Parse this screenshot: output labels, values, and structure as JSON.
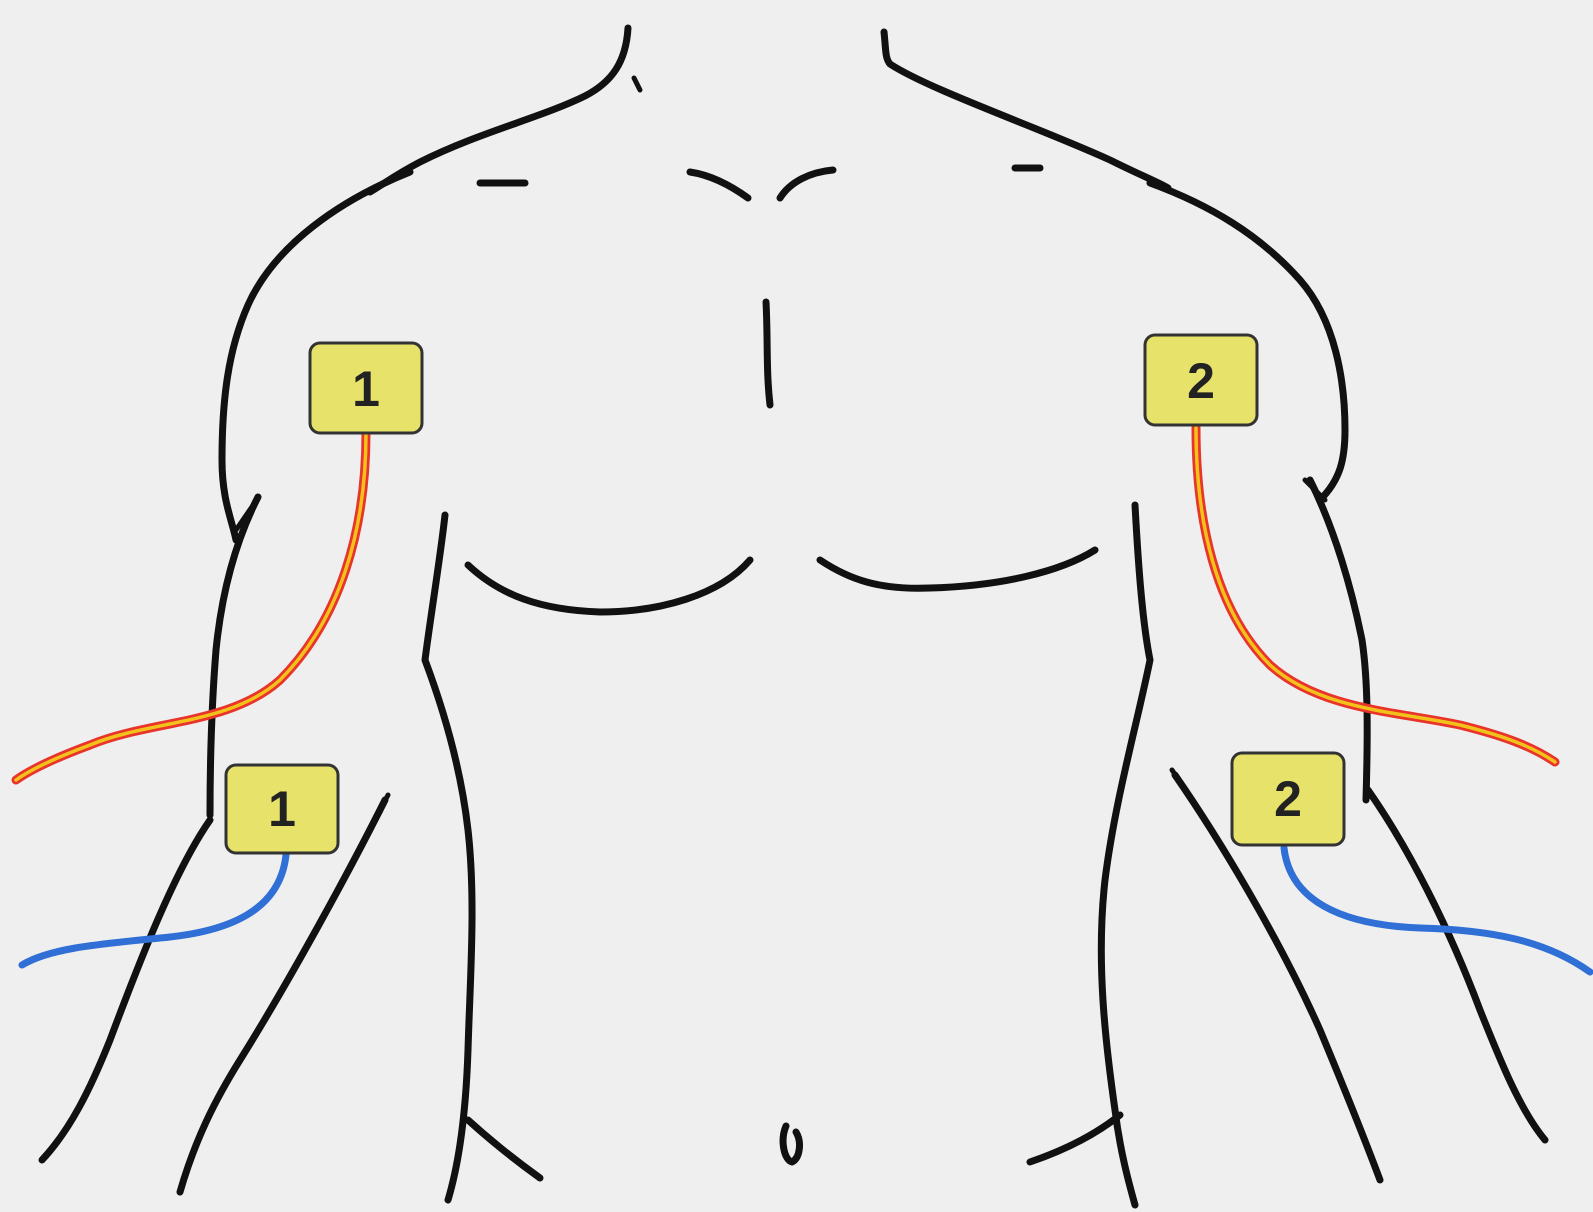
{
  "colors": {
    "background": "#efefef",
    "outline": "#111111",
    "electrode_fill": "#e6e26a",
    "lead_red": "#e8342a",
    "lead_yellow": "#f2c21b",
    "lead_blue": "#2f6fd6"
  },
  "electrodes": [
    {
      "label": "1",
      "side": "right-arm",
      "position": "upper",
      "lead_color": "red"
    },
    {
      "label": "2",
      "side": "left-arm",
      "position": "upper",
      "lead_color": "red"
    },
    {
      "label": "1",
      "side": "right-arm",
      "position": "lower",
      "lead_color": "blue"
    },
    {
      "label": "2",
      "side": "left-arm",
      "position": "lower",
      "lead_color": "blue"
    }
  ]
}
